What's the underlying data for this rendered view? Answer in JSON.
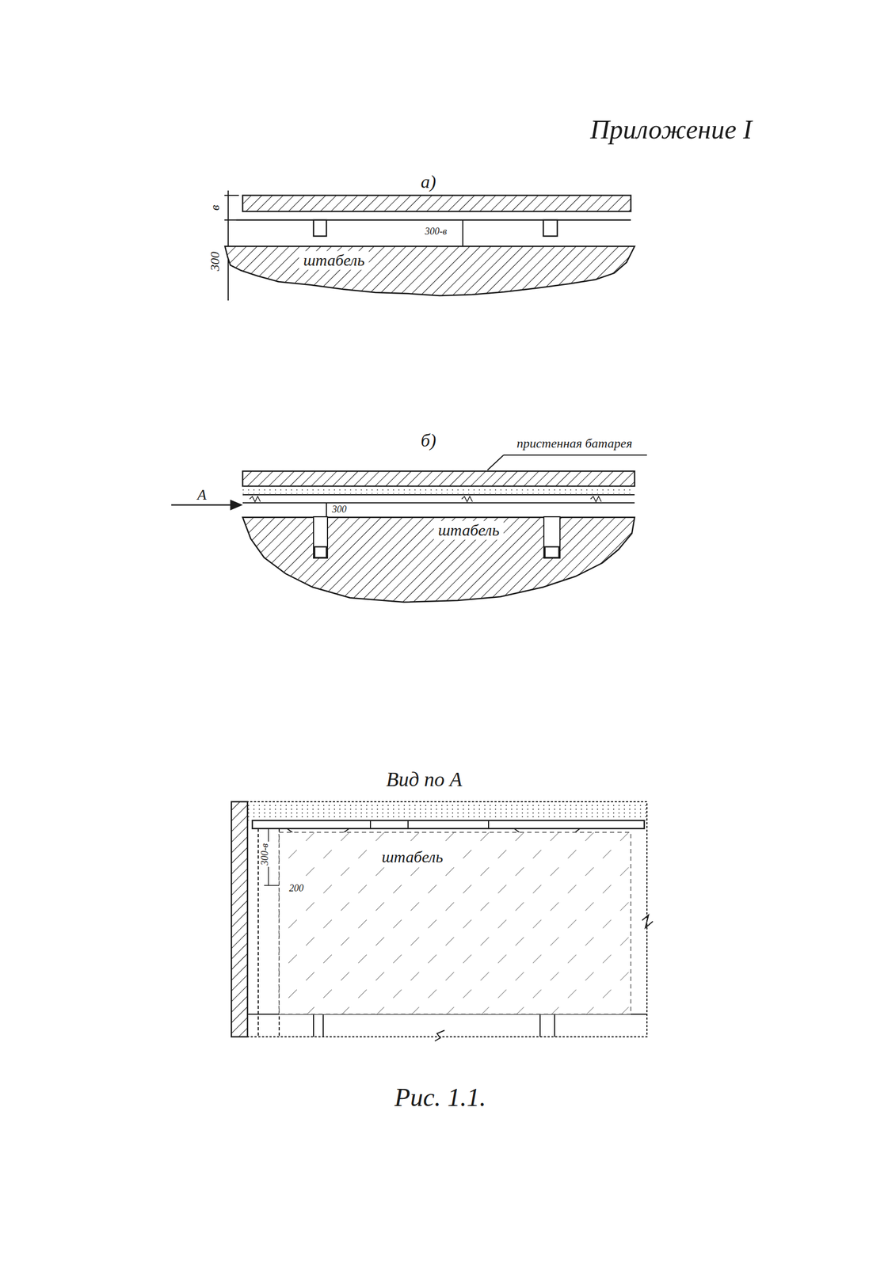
{
  "diagram": {
    "title": "Приложение I",
    "caption": "Рис. 1.1.",
    "nodes": [
      {
        "text": [
          "штабель"
        ]
      },
      {
        "text": [
          "штабель"
        ]
      },
      {
        "text": [
          "штабель"
        ]
      }
    ],
    "labels": [
      "а)",
      "в",
      "300",
      "300-в",
      "б)",
      "пристенная батарея",
      "А",
      "300",
      "Вид по А",
      "300-в",
      "200"
    ]
  }
}
